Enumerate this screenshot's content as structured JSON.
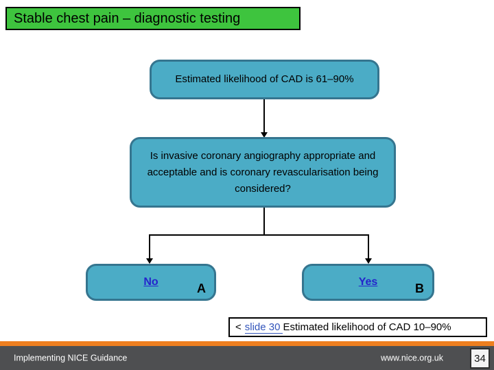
{
  "slide": {
    "title": "Stable chest pain – diagnostic testing",
    "page_number": "34"
  },
  "flowchart": {
    "likelihood_box": "Estimated likelihood of CAD is 61–90%",
    "question_box": "Is invasive coronary angiography appropriate and acceptable and is coronary revascularisation being considered?",
    "no_branch": {
      "link_label": "No",
      "corner_label": "A"
    },
    "yes_branch": {
      "link_label": "Yes",
      "corner_label": "B"
    }
  },
  "reference": {
    "prefix": "<",
    "link_label": "slide 30",
    "text": "Estimated likelihood of CAD 10–90%"
  },
  "footer": {
    "left_text": "Implementing NICE Guidance",
    "website": "www.nice.org.uk"
  },
  "colors": {
    "title_green": "#3EC43E",
    "node_fill": "#4BACC6",
    "node_border": "#35758F",
    "hyperlink_blue": "#2424CC",
    "reference_link_blue": "#3355BB",
    "nice_orange": "#EE7F1F",
    "footer_grey": "#4E4F51"
  }
}
